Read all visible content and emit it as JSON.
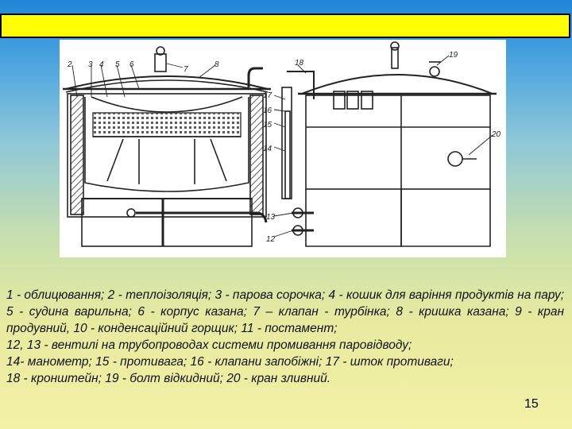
{
  "slide": {
    "title": "",
    "page_number": "15"
  },
  "figure": {
    "labels": [
      "2",
      "3",
      "4",
      "5",
      "6",
      "7",
      "8",
      "18",
      "19",
      "17",
      "16",
      "15",
      "14",
      "20",
      "13",
      "12"
    ]
  },
  "caption": {
    "lines": [
      "1 - облицювання; 2 - теплоізоляція; 3 - парова сорочка; 4 - кошик для варіння продуктів на пару; 5 - судина варильна; 6 - корпус казана; 7 – клапан - турбінка; 8 - кришка казана; 9 - кран продувний, 10 - конденсаційний горщик; 11 - постамент;",
      "12, 13 - вентилі на трубопроводах системи промивання паровідводу;",
      "14- манометр; 15 - противага; 16 - клапани запобіжні; 17 - шток противаги;",
      "18 - кронштейн; 19 - болт відкидний; 20 - кран зливний."
    ]
  },
  "colors": {
    "title_bar": "#ffff00",
    "line": "#222222"
  }
}
